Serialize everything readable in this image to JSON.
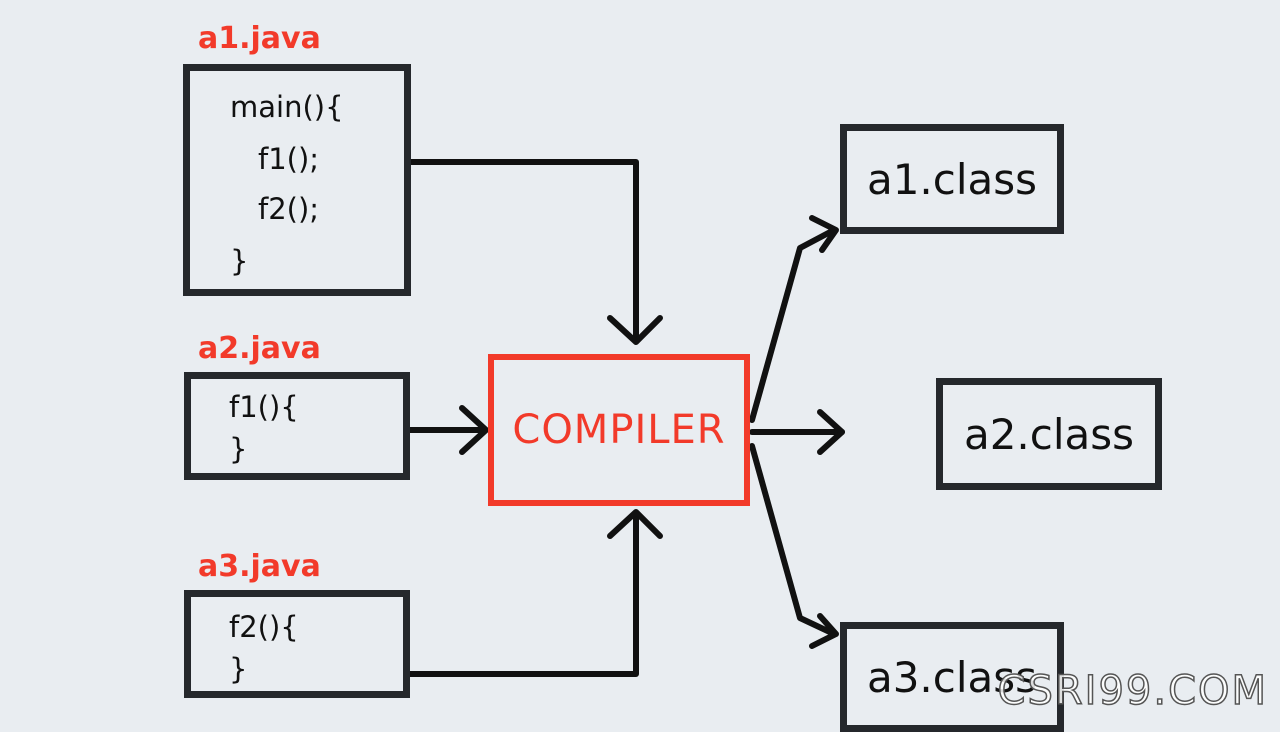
{
  "files": [
    {
      "label": "a1.java",
      "code": [
        "main(){",
        "f1();",
        "f2();",
        "}"
      ]
    },
    {
      "label": "a2.java",
      "code": [
        "f1(){",
        "}"
      ]
    },
    {
      "label": "a3.java",
      "code": [
        "f2(){",
        "}"
      ]
    }
  ],
  "compiler": {
    "label": "COMPILER"
  },
  "outputs": [
    "a1.class",
    "a2.class",
    "a3.class"
  ],
  "watermark": "CSRI99.COM",
  "colors": {
    "accent": "#f23a2a",
    "stroke": "#25282c",
    "background": "#e9edf1"
  }
}
